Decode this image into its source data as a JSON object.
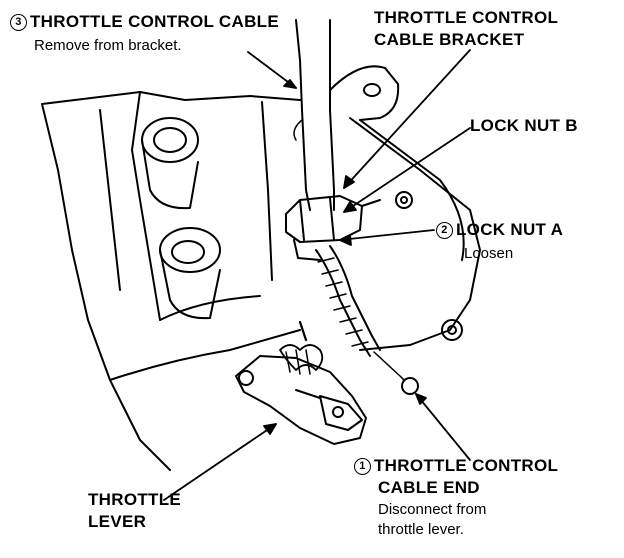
{
  "labels": {
    "throttle_cable": {
      "number": "3",
      "title": "THROTTLE CONTROL CABLE",
      "note": "Remove from bracket."
    },
    "cable_bracket": {
      "title_line1": "THROTTLE CONTROL",
      "title_line2": "CABLE BRACKET"
    },
    "lock_nut_b": {
      "title": "LOCK NUT B"
    },
    "lock_nut_a": {
      "number": "2",
      "title": "LOCK NUT A",
      "note": "Loosen"
    },
    "cable_end": {
      "number": "1",
      "title_line1": "THROTTLE CONTROL",
      "title_line2": "CABLE END",
      "note_line1": "Disconnect from",
      "note_line2": "throttle lever."
    },
    "throttle_lever": {
      "title_line1": "THROTTLE",
      "title_line2": "LEVER"
    }
  },
  "colors": {
    "ink": "#000000",
    "paper": "#ffffff"
  }
}
